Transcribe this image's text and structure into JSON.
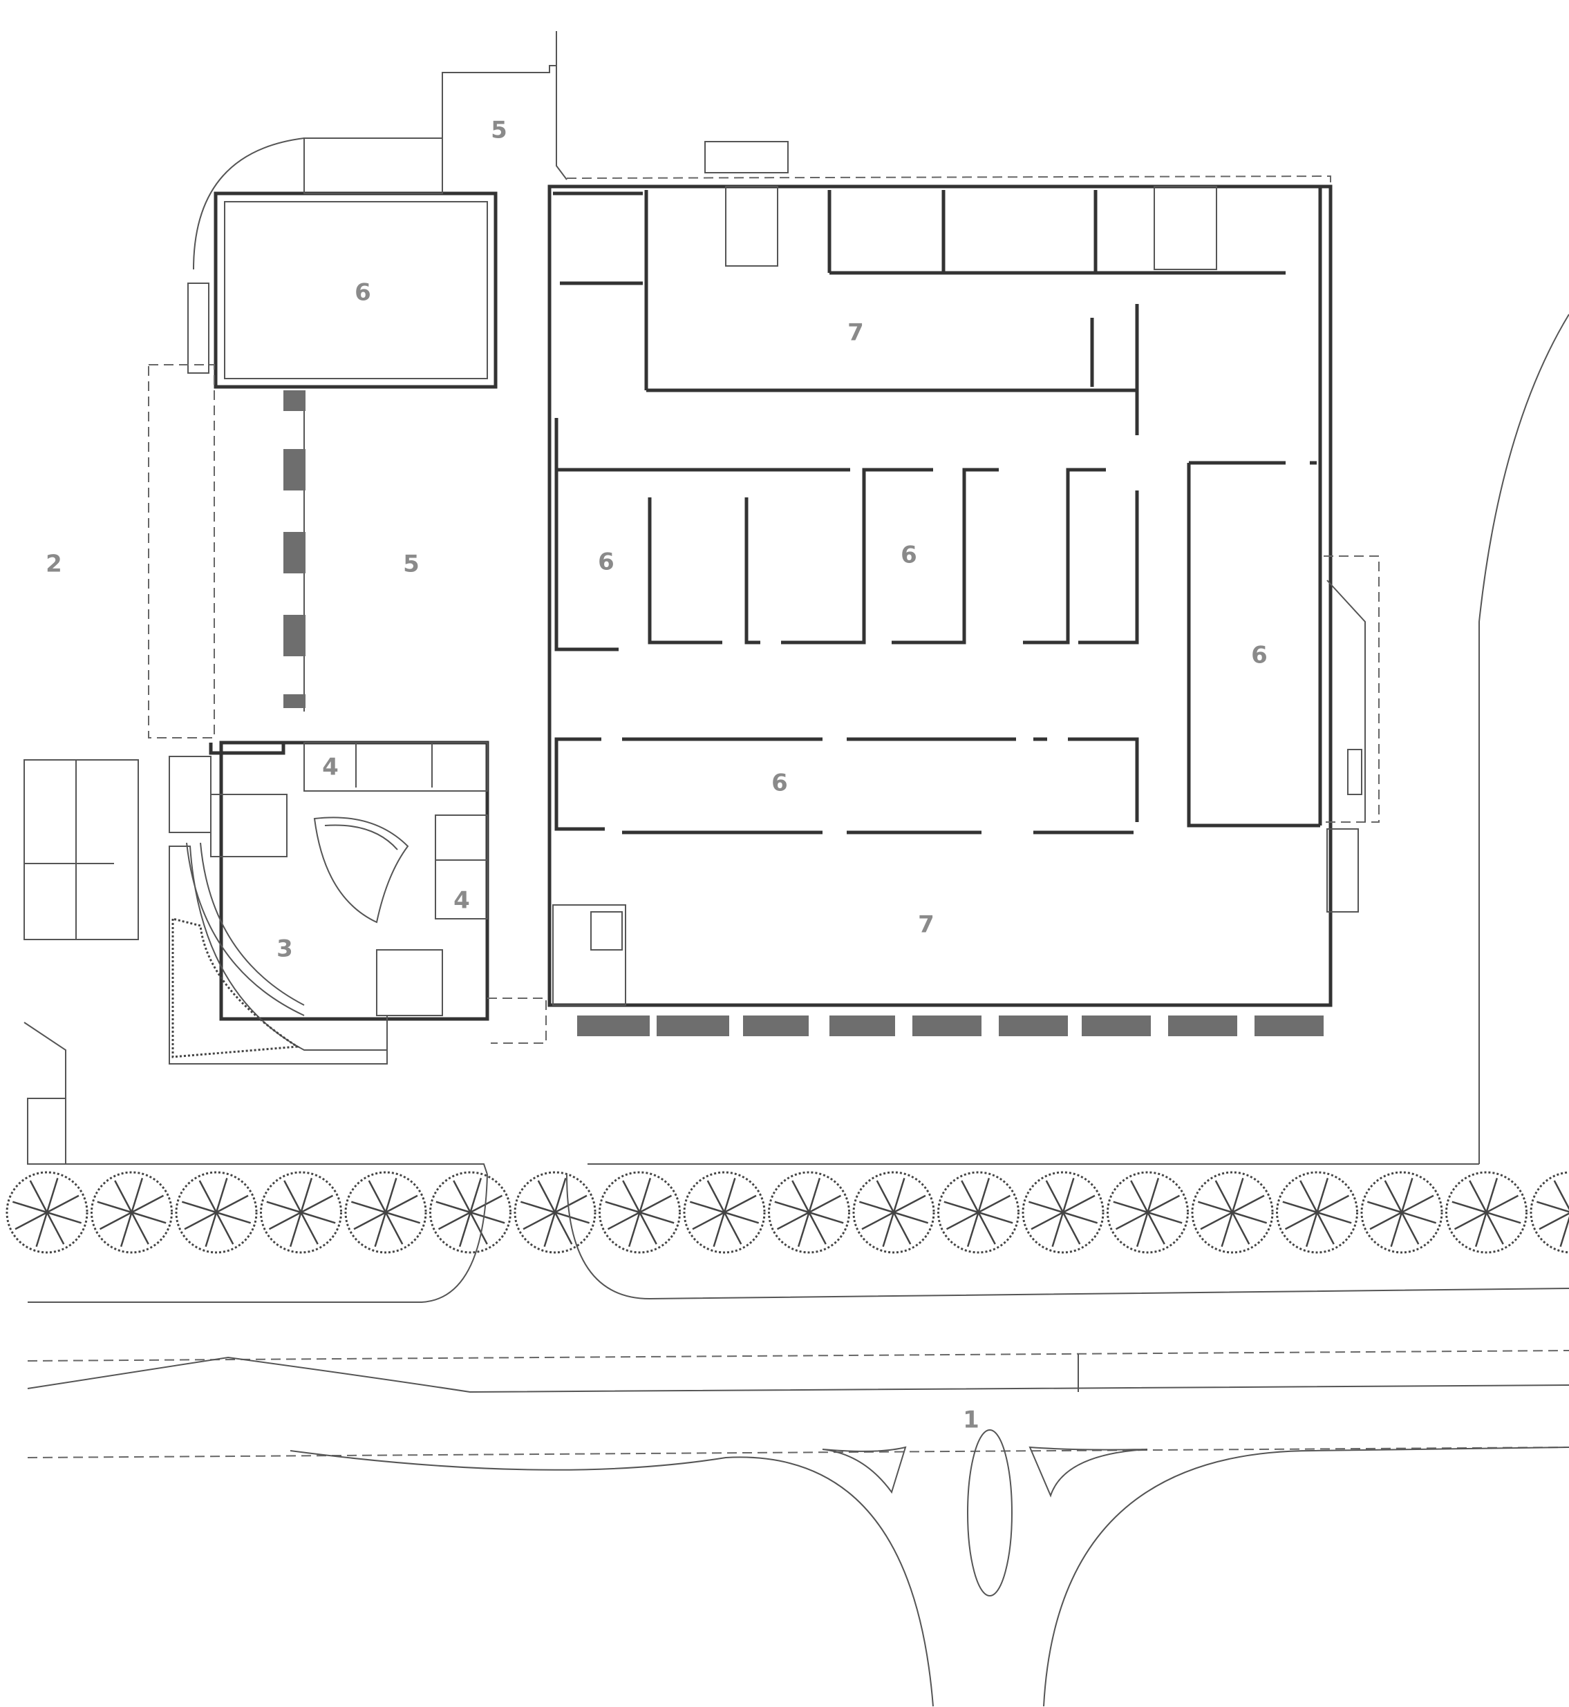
{
  "plan": {
    "zones": [
      {
        "id": "road",
        "label": "1"
      },
      {
        "id": "west",
        "label": "2"
      },
      {
        "id": "lobby",
        "label": "3"
      },
      {
        "id": "office-a",
        "label": "4"
      },
      {
        "id": "office-b",
        "label": "4"
      },
      {
        "id": "court-north",
        "label": "5"
      },
      {
        "id": "court-west",
        "label": "5"
      },
      {
        "id": "hall-nw",
        "label": "6"
      },
      {
        "id": "hall-a",
        "label": "6"
      },
      {
        "id": "hall-b",
        "label": "6"
      },
      {
        "id": "hall-east",
        "label": "6"
      },
      {
        "id": "hall-c",
        "label": "6"
      },
      {
        "id": "corridor-n",
        "label": "7"
      },
      {
        "id": "corridor-s",
        "label": "7"
      }
    ]
  }
}
